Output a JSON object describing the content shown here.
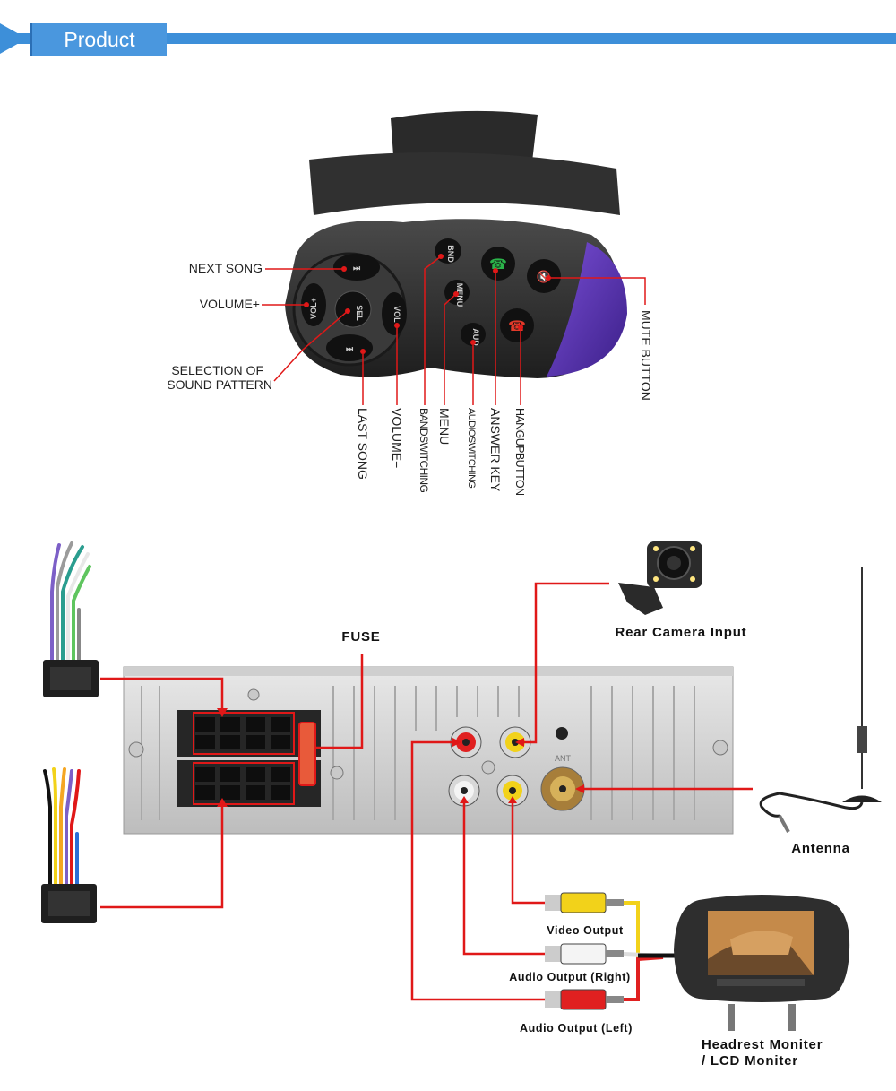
{
  "header": {
    "title": "Product details"
  },
  "remote_labels": {
    "next_song": "NEXT SONG",
    "volume_plus": "VOLUME+",
    "selection_line1": "SELECTION OF",
    "selection_line2": "SOUND PATTERN",
    "last_song": "LAST SONG",
    "volume_minus": "VOLUME−",
    "band_switching": "BANDSWITCHING",
    "menu": "MENU",
    "audio_switching": "AUDIOSWITCHING",
    "answer_key": "ANSWER KEY",
    "hang_up": "HANGUPBUTTON",
    "mute": "MUTE BUTTON"
  },
  "remote_buttons": {
    "sel": "SEL",
    "vol_plus": "VOL+",
    "vol_minus": "VOL−",
    "bnd": "BND",
    "menu": "MENU",
    "aud": "AUD"
  },
  "wiring_labels": {
    "fuse": "FUSE",
    "rear_camera": "Rear  Camera  Input",
    "antenna": "Antenna",
    "ant_jack": "ANT",
    "video_output": "Video  Output",
    "audio_right": "Audio Output (Right)",
    "audio_left": "Audio  Output (Left)",
    "headrest_line1": "Headrest Moniter",
    "headrest_line2": "/ LCD Moniter"
  },
  "colors": {
    "banner": "#3d8fd9",
    "wire_red": "#e01818",
    "connector_yellow": "#f2d21a"
  }
}
